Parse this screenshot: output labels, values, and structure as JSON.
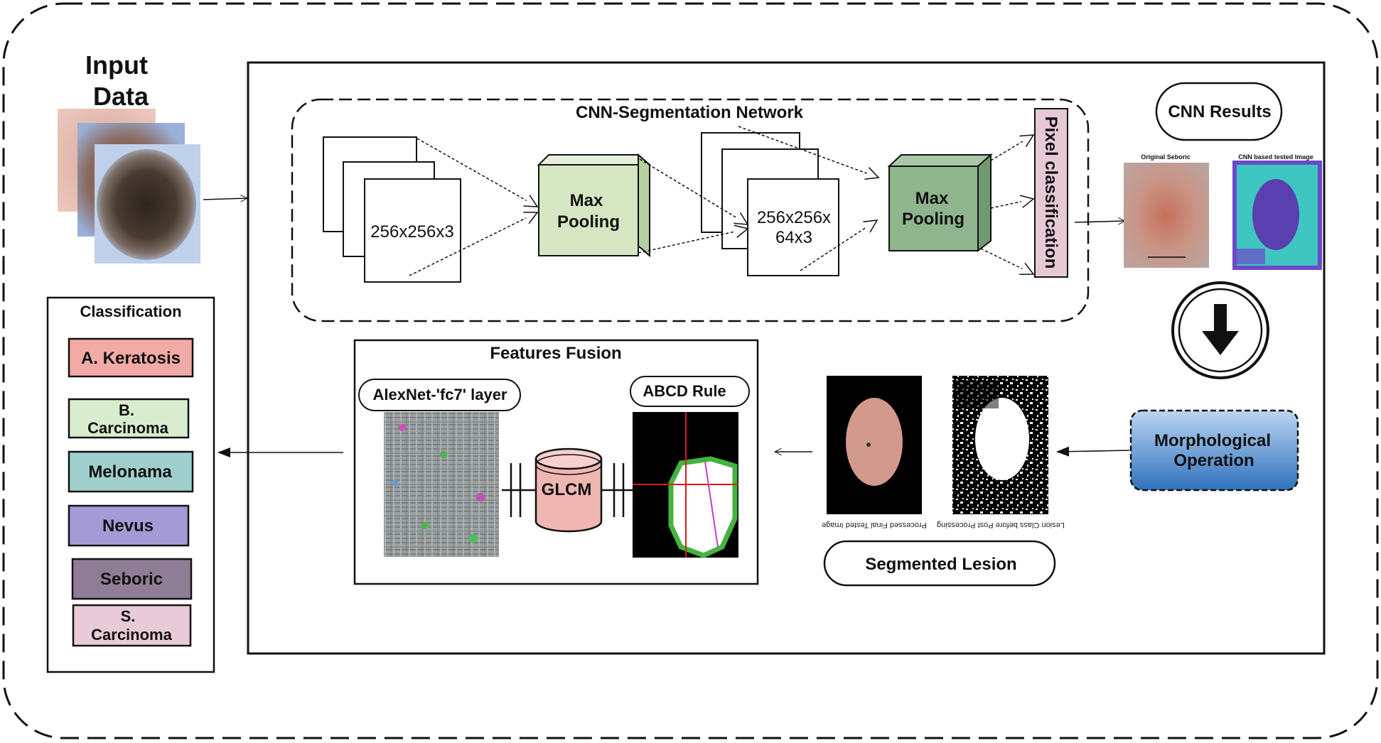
{
  "input": {
    "title_line1": "Input",
    "title_line2": "Data"
  },
  "cnn": {
    "title": "CNN-Segmentation Network",
    "layer1_size": "256x256x3",
    "pool1_line1": "Max",
    "pool1_line2": "Pooling",
    "layer2_size_line1": "256x256x",
    "layer2_size_line2": "64x3",
    "pool2_line1": "Max",
    "pool2_line2": "Pooling",
    "pixel_classification": "Pixel classification"
  },
  "results": {
    "title": "CNN Results",
    "original_caption": "Original Seboric",
    "tested_caption": "CNN based tested Image"
  },
  "morphology": {
    "line1": "Morphological",
    "line2": "Operation"
  },
  "segmented": {
    "title": "Segmented Lesion",
    "processed_caption": "Processed Final Tested Image",
    "lesion_caption": "Lesion Class before Post Processing"
  },
  "fusion": {
    "title": "Features Fusion",
    "alexnet_label": "AlexNet-'fc7' layer",
    "glcm_label": "GLCM",
    "abcd_label": "ABCD Rule"
  },
  "classification": {
    "title": "Classification",
    "classes": [
      {
        "line1": "A. Keratosis",
        "line2": "",
        "color": "#f2aaa6"
      },
      {
        "line1": "B.",
        "line2": "Carcinoma",
        "color": "#d8ecce"
      },
      {
        "line1": "Melonama",
        "line2": "",
        "color": "#9fcfcc"
      },
      {
        "line1": "Nevus",
        "line2": "",
        "color": "#a39ad6"
      },
      {
        "line1": "Seboric",
        "line2": "",
        "color": "#8e7d95"
      },
      {
        "line1": "S.",
        "line2": "Carcinoma",
        "color": "#e7cbd6"
      }
    ]
  },
  "colors": {
    "pool1_front": "#d6e6c2",
    "pool1_side": "#b6cfa1",
    "pool2_front": "#8fb58f",
    "pool2_side": "#6f9a72",
    "pixel_bar": "#e7c9d6",
    "glcm": "#f0b6b2",
    "morph_top": "#b9d3ef",
    "morph_bottom": "#2f73bf"
  }
}
